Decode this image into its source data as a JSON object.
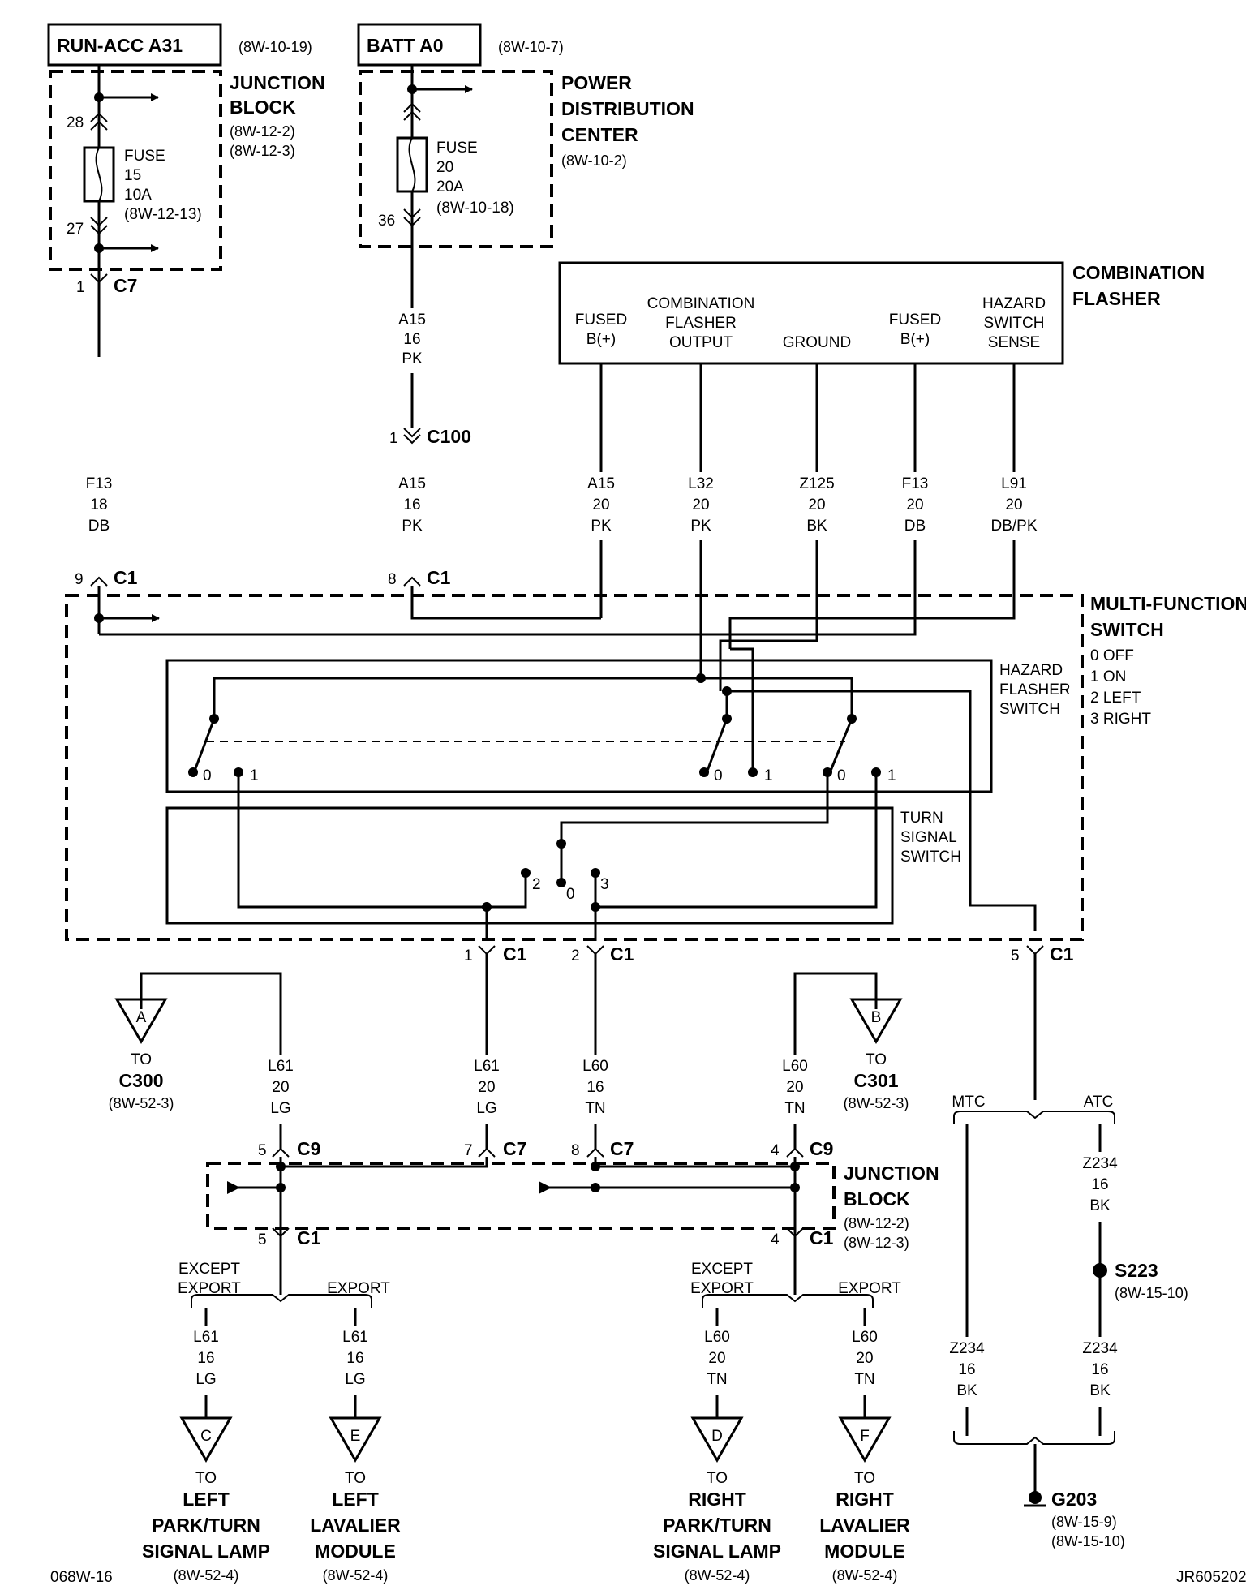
{
  "top": {
    "run_acc": {
      "title": "RUN-ACC A31",
      "ref": "(8W-10-19)"
    },
    "batt": {
      "title": "BATT A0",
      "ref": "(8W-10-7)"
    }
  },
  "junction_block_top": {
    "l1": "JUNCTION",
    "l2": "BLOCK",
    "r1": "(8W-12-2)",
    "r2": "(8W-12-3)",
    "fuse": {
      "l1": "FUSE",
      "l2": "15",
      "l3": "10A",
      "l4": "(8W-12-13)"
    },
    "pin_top": "28",
    "pin_bot": "27"
  },
  "pdc": {
    "l1": "POWER",
    "l2": "DISTRIBUTION",
    "l3": "CENTER",
    "ref": "(8W-10-2)",
    "fuse": {
      "l1": "FUSE",
      "l2": "20",
      "l3": "20A",
      "l4": "(8W-10-18)"
    },
    "pin": "36"
  },
  "c7_top": {
    "pin": "1",
    "name": "C7"
  },
  "c100": {
    "pin": "1",
    "name": "C100"
  },
  "flasher": {
    "l1": "COMBINATION",
    "l2": "FLASHER",
    "pins": [
      {
        "l1": "FUSED",
        "l2": "B(+)",
        "l3": ""
      },
      {
        "l1": "COMBINATION",
        "l2": "FLASHER",
        "l3": "OUTPUT"
      },
      {
        "l1": "",
        "l2": "",
        "l3": "GROUND"
      },
      {
        "l1": "",
        "l2": "FUSED",
        "l3": "B(+)"
      },
      {
        "l1": "HAZARD",
        "l2": "SWITCH",
        "l3": "SENSE"
      }
    ]
  },
  "wires_upper": [
    {
      "c": "A15",
      "g": "16",
      "k": "PK"
    },
    {
      "c": "F13",
      "g": "18",
      "k": "DB"
    },
    {
      "c": "A15",
      "g": "16",
      "k": "PK"
    },
    {
      "c": "A15",
      "g": "20",
      "k": "PK"
    },
    {
      "c": "L32",
      "g": "20",
      "k": "PK"
    },
    {
      "c": "Z125",
      "g": "20",
      "k": "BK"
    },
    {
      "c": "F13",
      "g": "20",
      "k": "DB"
    },
    {
      "c": "L91",
      "g": "20",
      "k": "DB/PK"
    }
  ],
  "mfs_c1": [
    {
      "pin": "9",
      "name": "C1"
    },
    {
      "pin": "8",
      "name": "C1"
    },
    {
      "pin": "1",
      "name": "C1"
    },
    {
      "pin": "2",
      "name": "C1"
    },
    {
      "pin": "5",
      "name": "C1"
    }
  ],
  "mfs": {
    "l1": "MULTI-FUNCTION",
    "l2": "SWITCH",
    "s0": "0 OFF",
    "s1": "1 ON",
    "s2": "2 LEFT",
    "s3": "3 RIGHT",
    "hazard": {
      "l1": "HAZARD",
      "l2": "FLASHER",
      "l3": "SWITCH"
    },
    "turn": {
      "l1": "TURN",
      "l2": "SIGNAL",
      "l3": "SWITCH"
    },
    "contacts": {
      "a0": "0",
      "a1": "1",
      "b0": "0",
      "b1": "1",
      "c0": "0",
      "c1": "1",
      "t2": "2",
      "t0": "0",
      "t3": "3"
    }
  },
  "triangles": {
    "A": {
      "letter": "A",
      "to": "TO",
      "dest": "C300",
      "ref": "(8W-52-3)"
    },
    "B": {
      "letter": "B",
      "to": "TO",
      "dest": "C301",
      "ref": "(8W-52-3)"
    },
    "C": {
      "letter": "C",
      "to": "TO",
      "d1": "LEFT",
      "d2": "PARK/TURN",
      "d3": "SIGNAL LAMP",
      "ref": "(8W-52-4)"
    },
    "E": {
      "letter": "E",
      "to": "TO",
      "d1": "LEFT",
      "d2": "LAVALIER",
      "d3": "MODULE",
      "ref": "(8W-52-4)"
    },
    "D": {
      "letter": "D",
      "to": "TO",
      "d1": "RIGHT",
      "d2": "PARK/TURN",
      "d3": "SIGNAL LAMP",
      "ref": "(8W-52-4)"
    },
    "F": {
      "letter": "F",
      "to": "TO",
      "d1": "RIGHT",
      "d2": "LAVALIER",
      "d3": "MODULE",
      "ref": "(8W-52-4)"
    }
  },
  "wires_mid": [
    {
      "c": "L61",
      "g": "20",
      "k": "LG"
    },
    {
      "c": "L61",
      "g": "20",
      "k": "LG"
    },
    {
      "c": "L60",
      "g": "16",
      "k": "TN"
    },
    {
      "c": "L60",
      "g": "20",
      "k": "TN"
    }
  ],
  "jb_bottom": {
    "l1": "JUNCTION",
    "l2": "BLOCK",
    "r1": "(8W-12-2)",
    "r2": "(8W-12-3)",
    "c9a": {
      "pin": "5",
      "name": "C9"
    },
    "c7a": {
      "pin": "7",
      "name": "C7"
    },
    "c7b": {
      "pin": "8",
      "name": "C7"
    },
    "c9b": {
      "pin": "4",
      "name": "C9"
    },
    "c1a": {
      "pin": "5",
      "name": "C1"
    },
    "c1b": {
      "pin": "4",
      "name": "C1"
    }
  },
  "splits": {
    "ee_left": "EXCEPT",
    "ee_left2": "EXPORT",
    "exp_left": "EXPORT",
    "ee_right": "EXCEPT",
    "ee_right2": "EXPORT",
    "exp_right": "EXPORT",
    "mtc": "MTC",
    "atc": "ATC"
  },
  "wires_low": [
    {
      "c": "L61",
      "g": "16",
      "k": "LG"
    },
    {
      "c": "L61",
      "g": "16",
      "k": "LG"
    },
    {
      "c": "L60",
      "g": "20",
      "k": "TN"
    },
    {
      "c": "L60",
      "g": "20",
      "k": "TN"
    },
    {
      "c": "Z234",
      "g": "16",
      "k": "BK"
    },
    {
      "c": "Z234",
      "g": "16",
      "k": "BK"
    },
    {
      "c": "Z234",
      "g": "16",
      "k": "BK"
    }
  ],
  "s223": {
    "name": "S223",
    "ref": "(8W-15-10)"
  },
  "g203": {
    "name": "G203",
    "r1": "(8W-15-9)",
    "r2": "(8W-15-10)"
  },
  "footer": {
    "left": "068W-16",
    "right": "JR605202"
  }
}
